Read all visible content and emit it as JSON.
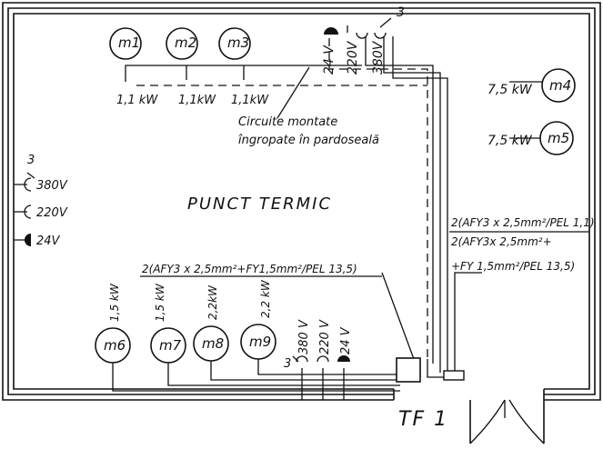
{
  "title": "PUNCT   TERMIC",
  "note": {
    "line1": "Circuite montate",
    "line2": "îngropate în pardoseală"
  },
  "top_motors": [
    {
      "id": "m1",
      "sub": "1",
      "power": "1,1 kW"
    },
    {
      "id": "m2",
      "sub": "2",
      "power": "1,1kW"
    },
    {
      "id": "m3",
      "sub": "3",
      "power": "1,1kW"
    }
  ],
  "top_outlets": {
    "v24": "24 V",
    "v220": "220V",
    "v380": "380V",
    "phase": "3"
  },
  "right_motors": [
    {
      "id": "m4",
      "sub": "4",
      "power": "7,5 kW"
    },
    {
      "id": "m5",
      "sub": "5",
      "power": "7,5 kW"
    }
  ],
  "left_outlets": {
    "phase": "3",
    "v380": "380V",
    "v220": "220V",
    "v24": "24V"
  },
  "right_cable": {
    "line1": "2(AFY3 x 2,5mm²/PEL 1,1)",
    "line2": "2(AFY3x 2,5mm²+",
    "line3": "+FY 1,5mm²/PEL 13,5)"
  },
  "bottom_cable": "2(AFY3 x 2,5mm²+FY1,5mm²/PEL 13,5)",
  "bottom_motors": [
    {
      "id": "m6",
      "sub": "6",
      "power": "1,5 kW"
    },
    {
      "id": "m7",
      "sub": "7",
      "power": "1,5 kW"
    },
    {
      "id": "m8",
      "sub": "8",
      "power": "2,2kW"
    },
    {
      "id": "m9",
      "sub": "9",
      "power": "2,2 kW"
    }
  ],
  "bottom_outlets": {
    "phase": "3",
    "v380": "380 V",
    "v220": "220 V",
    "v24": "24 V"
  },
  "panel": "TF 1"
}
